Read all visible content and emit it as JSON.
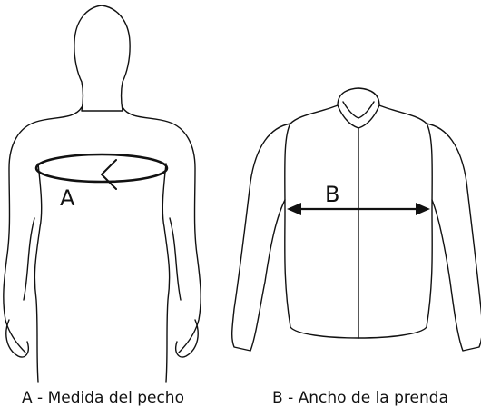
{
  "diagram": {
    "figure_a": {
      "marker": "A",
      "caption": "A - Medida del pecho"
    },
    "figure_b": {
      "marker": "B",
      "caption": "B - Ancho de la prenda"
    }
  },
  "colors": {
    "line": "#111111",
    "background": "#ffffff"
  }
}
